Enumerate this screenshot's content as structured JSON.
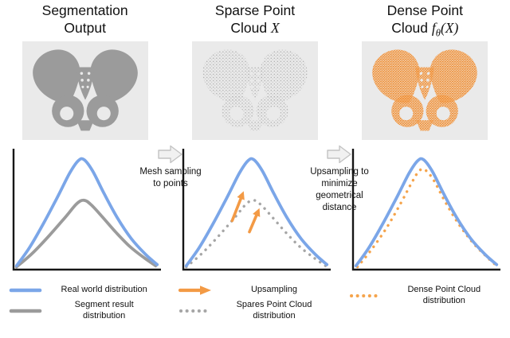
{
  "figure": {
    "panels": [
      {
        "name": "segmentation-output",
        "title": {
          "line1": "Segmentation",
          "line2": "Output",
          "math_pre": "",
          "math_sub": "",
          "math_post": ""
        },
        "shape": "pelvis-solid-gray",
        "shape_fill": "#9B9B9B",
        "legend": [
          {
            "symbol": "line-solid",
            "color": "#7BA6E8",
            "label": "Real world distribution"
          },
          {
            "symbol": "line-solid",
            "color": "#9B9B9B",
            "label": "Segment result distribution"
          }
        ]
      },
      {
        "name": "sparse-point-cloud",
        "title": {
          "line1": "Sparse Point",
          "line2": "Cloud",
          "math_pre": "X",
          "math_sub": "",
          "math_post": ""
        },
        "shape": "pelvis-sparse-points-gray",
        "shape_fill": "url(#dots-sparse)",
        "legend": [
          {
            "symbol": "arrow",
            "color": "#F39A45",
            "label": "Upsampling"
          },
          {
            "symbol": "line-dotted",
            "color": "#A6A6A6",
            "label": "Spares Point Cloud distribution"
          }
        ]
      },
      {
        "name": "dense-point-cloud",
        "title": {
          "line1": "Dense Point",
          "line2": "Cloud",
          "math_pre": "f",
          "math_sub": "θ",
          "math_post": "(X)"
        },
        "shape": "pelvis-dense-points-orange",
        "shape_fill": "url(#dots-dense)",
        "legend": [
          {
            "symbol": "line-dotted",
            "color": "#F5A44C",
            "label": "Dense Point Cloud distribution"
          }
        ]
      }
    ],
    "connectors": [
      {
        "label": "Mesh sampling to points"
      },
      {
        "label": "Upsampling to minimize geometrical distance"
      }
    ],
    "charts": [
      {
        "type": "line",
        "name": "segmentation-distribution",
        "curves": [
          {
            "series": "Segment result distribution",
            "color": "#9B9B9B",
            "style": "solid",
            "points": [
              [
                1,
                1
              ],
              [
                12,
                13
              ],
              [
                24,
                29
              ],
              [
                35,
                45
              ],
              [
                43,
                57
              ],
              [
                48,
                60
              ],
              [
                53,
                56
              ],
              [
                61,
                45
              ],
              [
                70,
                32
              ],
              [
                80,
                19
              ],
              [
                90,
                9
              ],
              [
                98,
                2
              ]
            ]
          },
          {
            "series": "Real world distribution",
            "color": "#7BA6E8",
            "style": "solid",
            "points": [
              [
                1,
                2
              ],
              [
                10,
                18
              ],
              [
                20,
                40
              ],
              [
                30,
                64
              ],
              [
                38,
                84
              ],
              [
                44,
                95
              ],
              [
                48,
                96
              ],
              [
                54,
                86
              ],
              [
                62,
                66
              ],
              [
                71,
                45
              ],
              [
                81,
                26
              ],
              [
                91,
                12
              ],
              [
                99,
                3
              ]
            ]
          }
        ]
      },
      {
        "type": "line",
        "name": "sparse-distribution",
        "curves": [
          {
            "series": "Spares Point Cloud distribution",
            "color": "#A6A6A6",
            "style": "dotted",
            "points": [
              [
                1,
                1
              ],
              [
                12,
                13
              ],
              [
                24,
                29
              ],
              [
                35,
                45
              ],
              [
                43,
                57
              ],
              [
                48,
                60
              ],
              [
                53,
                56
              ],
              [
                61,
                45
              ],
              [
                70,
                32
              ],
              [
                80,
                19
              ],
              [
                90,
                9
              ],
              [
                98,
                2
              ]
            ]
          },
          {
            "series": "Real world distribution",
            "color": "#7BA6E8",
            "style": "solid",
            "points": [
              [
                1,
                2
              ],
              [
                10,
                18
              ],
              [
                20,
                40
              ],
              [
                30,
                64
              ],
              [
                38,
                84
              ],
              [
                44,
                95
              ],
              [
                48,
                96
              ],
              [
                54,
                86
              ],
              [
                62,
                66
              ],
              [
                71,
                45
              ],
              [
                81,
                26
              ],
              [
                91,
                12
              ],
              [
                99,
                3
              ]
            ]
          }
        ],
        "arrows": [
          {
            "name": "upsampling-arrow",
            "color": "#F39A45",
            "from": [
              33,
              42
            ],
            "to": [
              41,
              68
            ]
          },
          {
            "name": "upsampling-arrow",
            "color": "#F39A45",
            "from": [
              45,
              32
            ],
            "to": [
              52,
              53
            ]
          }
        ]
      },
      {
        "type": "line",
        "name": "dense-distribution",
        "curves": [
          {
            "series": "Dense Point Cloud distribution",
            "color": "#F5A44C",
            "style": "dotted",
            "points": [
              [
                2,
                1
              ],
              [
                11,
                15
              ],
              [
                22,
                35
              ],
              [
                32,
                57
              ],
              [
                40,
                76
              ],
              [
                45,
                86
              ],
              [
                49,
                87
              ],
              [
                55,
                78
              ],
              [
                63,
                59
              ],
              [
                72,
                40
              ],
              [
                82,
                23
              ],
              [
                92,
                10
              ],
              [
                99,
                2
              ]
            ]
          },
          {
            "series": "Real world distribution",
            "color": "#7BA6E8",
            "style": "solid",
            "points": [
              [
                1,
                2
              ],
              [
                10,
                18
              ],
              [
                20,
                40
              ],
              [
                30,
                64
              ],
              [
                38,
                84
              ],
              [
                44,
                95
              ],
              [
                48,
                96
              ],
              [
                54,
                86
              ],
              [
                62,
                66
              ],
              [
                71,
                45
              ],
              [
                81,
                26
              ],
              [
                91,
                12
              ],
              [
                99,
                3
              ]
            ]
          }
        ]
      }
    ],
    "colors": {
      "real_world_blue": "#7BA6E8",
      "segment_gray": "#9B9B9B",
      "sparse_dotted_gray": "#A6A6A6",
      "upsample_orange": "#F39A45",
      "dense_orange": "#EF8320",
      "image_box_bg": "#EAEAEA",
      "axis_black": "#161616",
      "block_arrow_fill": "#F1F1F1",
      "block_arrow_stroke": "#C3C3C3"
    }
  }
}
